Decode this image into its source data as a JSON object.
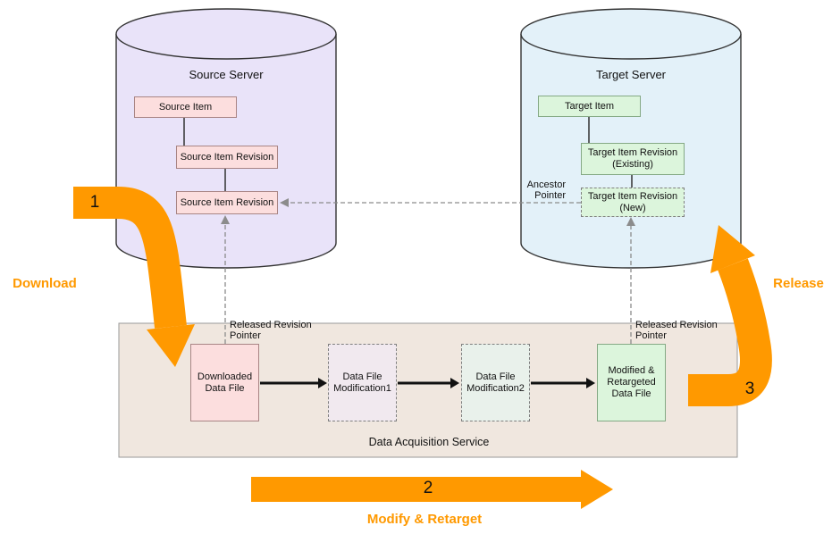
{
  "colors": {
    "accent_orange": "#FF9900",
    "source_cylinder_fill": "#E9E3F9",
    "target_cylinder_fill": "#E3F1F9",
    "pink_box_fill": "#FCDEDE",
    "green_box_fill": "#DCF5DC",
    "mod1_fill": "#F1E9EF",
    "mod2_fill": "#E9F1EB",
    "service_fill": "#F0E7DF"
  },
  "source_server": {
    "title": "Source Server",
    "item_label": "Source Item",
    "revision1_label": "Source Item Revision",
    "revision2_label": "Source Item Revision"
  },
  "target_server": {
    "title": "Target Server",
    "item_label": "Target Item",
    "revision_existing_label": "Target Item Revision\n(Existing)",
    "revision_new_label": "Target Item Revision\n(New)"
  },
  "pointers": {
    "ancestor_label": "Ancestor\nPointer",
    "released_left_label": "Released Revision\nPointer",
    "released_right_label": "Released Revision\nPointer"
  },
  "service": {
    "title": "Data Acquisition Service",
    "downloaded_label": "Downloaded\nData File",
    "modification1_label": "Data File\nModification1",
    "modification2_label": "Data File\nModification2",
    "modified_label": "Modified &\nRetargeted\nData File"
  },
  "flows": {
    "download": {
      "number": "1",
      "label": "Download"
    },
    "modify": {
      "number": "2",
      "label": "Modify & Retarget"
    },
    "release": {
      "number": "3",
      "label": "Release"
    }
  }
}
